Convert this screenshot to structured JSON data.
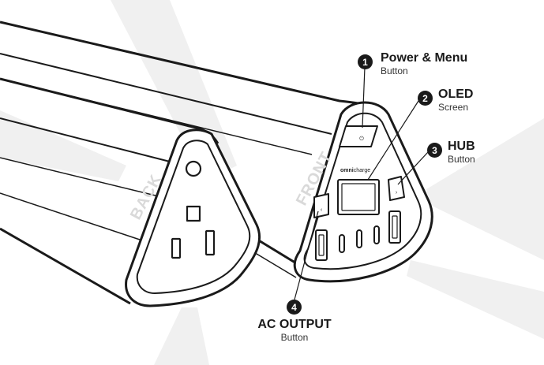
{
  "callouts": [
    {
      "number": "1",
      "title": "Power & Menu",
      "subtitle": "Button"
    },
    {
      "number": "2",
      "title": "OLED",
      "subtitle": "Screen"
    },
    {
      "number": "3",
      "title": "HUB",
      "subtitle": "Button"
    },
    {
      "number": "4",
      "title": "AC OUTPUT",
      "subtitle": "Button"
    }
  ],
  "device": {
    "back_label": "BACK",
    "front_label": "FRONT",
    "brand_bold": "omni",
    "brand_light": "charge",
    "power_symbol": "⏻",
    "left_arrow": "‹",
    "right_arrow": "›"
  }
}
